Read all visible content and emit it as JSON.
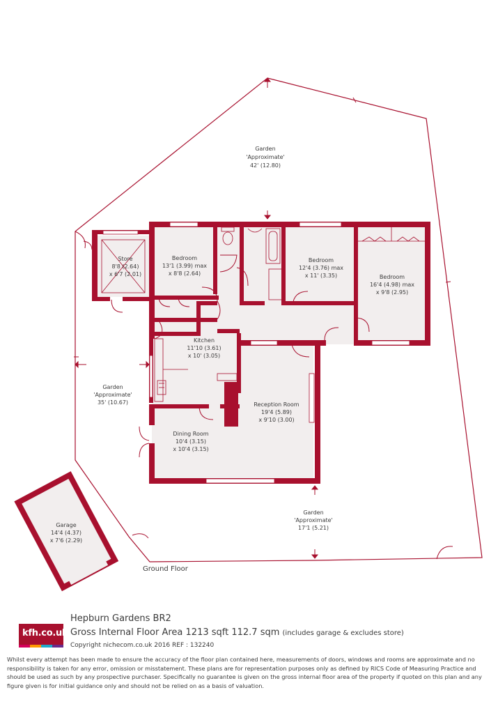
{
  "colors": {
    "wall": "#a8102e",
    "room_fill": "#f2eeee",
    "outline": "#a8102e",
    "text": "#3a3a3a"
  },
  "labels": {
    "garden_top": [
      "Garden",
      "'Approximate'",
      "42' (12.80)"
    ],
    "garden_left": [
      "Garden",
      "'Approximate'",
      "35' (10.67)"
    ],
    "garden_bottom": [
      "Garden",
      "'Approximate'",
      "17'1 (5.21)"
    ],
    "store": [
      "Store",
      "8'8 (2.64)",
      "x 6'7 (2.01)"
    ],
    "bedroom1": [
      "Bedroom",
      "13'1 (3.99) max",
      "x 8'8 (2.64)"
    ],
    "bedroom2": [
      "Bedroom",
      "12'4 (3.76) max",
      "x 11' (3.35)"
    ],
    "bedroom3": [
      "Bedroom",
      "16'4 (4.98) max",
      "x 9'8 (2.95)"
    ],
    "kitchen": [
      "Kitchen",
      "11'10 (3.61)",
      "x 10' (3.05)"
    ],
    "reception": [
      "Reception Room",
      "19'4 (5.89)",
      "x 9'10 (3.00)"
    ],
    "dining": [
      "Dining Room",
      "10'4 (3.15)",
      "x 10'4 (3.15)"
    ],
    "garage": [
      "Garage",
      "14'4 (4.37)",
      "x 7'6 (2.29)"
    ]
  },
  "floor_label": "Ground Floor",
  "footer": {
    "logo": "kfh.co.uk",
    "address": "Hepburn Gardens  BR2",
    "area": "Gross Internal Floor Area 1213 sqft 112.7 sqm",
    "area_note": "(includes garage & excludes store)",
    "copyright": "Copyright nichecom.co.uk 2016 REF : 132240",
    "disclaimer": "Whilst every attempt has been made to ensure the accuracy of the floor plan contained here, measurements of doors, windows and rooms are approximate and no responsibility is taken for any error, omission or misstatement. These plans are for representation purposes only as defined by RICS Code of Measuring Practice and should be used as such by any prospective purchaser. Specifically no guarantee is given on the gross internal floor area of the property if quoted on this plan and any figure given is for initial guidance only and should not be relied on as a basis of valuation."
  }
}
